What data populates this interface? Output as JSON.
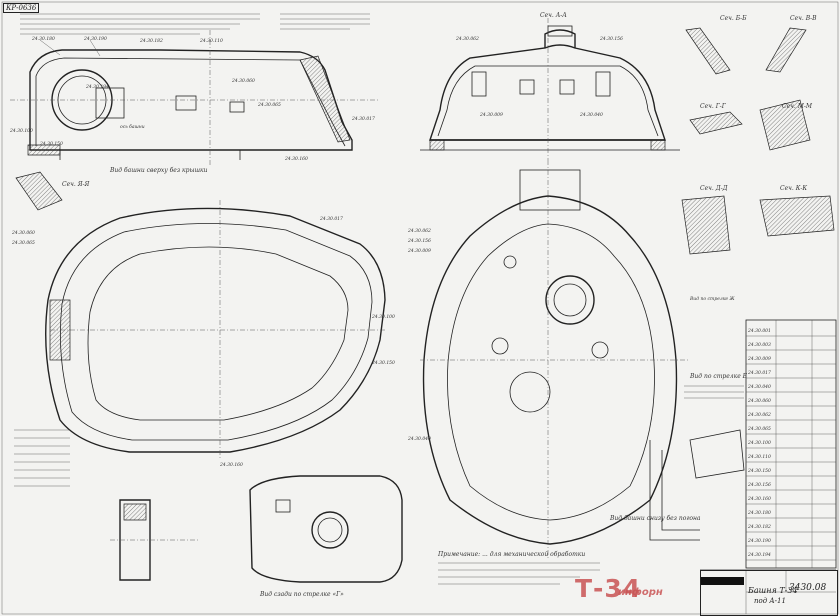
{
  "sheet": {
    "stamp_code": "КР-0636",
    "drawing_number": "3430.08",
    "title_name": "Башня Т-34",
    "title_sub": "под А-11"
  },
  "watermark": {
    "text": "Т-34",
    "sub": "инфорн",
    "color": "#c95454"
  },
  "labels": {
    "sec_aa": "Сеч. А-А",
    "sec_bb": "Сеч. Б-Б",
    "sec_vv": "Сеч. В-В",
    "sec_gg": "Сеч. Г-Г",
    "sec_dd": "Сеч. Д-Д",
    "sec_mm": "Сеч. М-М",
    "sec_kk": "Сеч. К-К",
    "sec_yy": "Сеч. Я-Я",
    "vid_e": "Вид по стрелке Е",
    "vid_zh": "Вид по стрелке Ж",
    "top_note": "Вид башни сверху без крышки",
    "bottom_note": "Вид башни снизу без погона",
    "rear_note": "Вид сзади по стрелке «Г»",
    "note_prim": "Примечание: ... для механической обработки",
    "part_1": "24.30.180",
    "part_2": "24.30.190",
    "part_3": "24.30.182",
    "part_4": "24.30.110",
    "part_5": "24.30.194",
    "part_6": "24.30.060",
    "part_7": "24.30.065",
    "part_8": "24.30.100",
    "part_9": "24.30.150",
    "part_10": "24.30.017",
    "part_11": "24.30.160",
    "part_12": "24.30.062",
    "part_13": "24.30.156",
    "part_14": "24.30.009",
    "part_15": "24.30.040"
  },
  "parts_table": [
    "24.30.001",
    "24.30.003",
    "24.30.009",
    "24.30.017",
    "24.30.040",
    "24.30.060",
    "24.30.062",
    "24.30.065",
    "24.30.100",
    "24.30.110",
    "24.30.150",
    "24.30.156",
    "24.30.160",
    "24.30.180",
    "24.30.182",
    "24.30.190",
    "24.30.194"
  ]
}
